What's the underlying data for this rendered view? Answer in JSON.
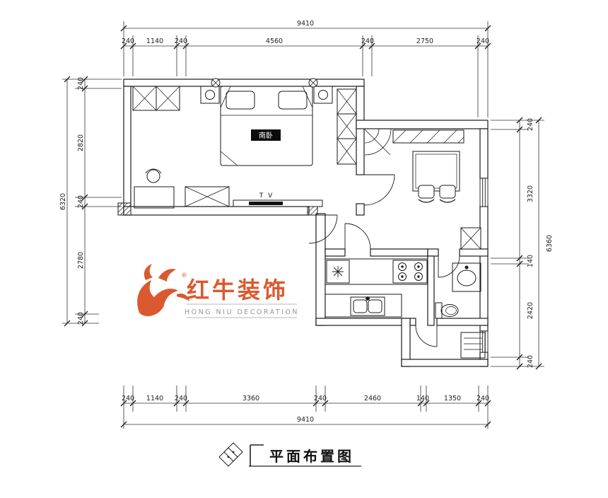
{
  "drawing": {
    "title": "平面布置图",
    "bed_label": "南卧",
    "tv_label": "T V"
  },
  "watermark": {
    "brand": "红牛装饰",
    "subtitle": "HONG NIU DECORATION",
    "registered": "®",
    "brand_color": "#d8481a"
  },
  "dims": {
    "top_overall": "9410",
    "top_segments": [
      "240",
      "1140",
      "240",
      "4560",
      "240",
      "2750",
      "240"
    ],
    "left_overall": "6320",
    "left_segments": [
      "240",
      "2820",
      "240",
      "2780",
      "240"
    ],
    "right_overall": "6360",
    "right_segments": [
      "240",
      "3320",
      "140",
      "2420",
      "240"
    ],
    "bottom_overall": "9410",
    "bottom_segments": [
      "240",
      "1140",
      "240",
      "3360",
      "240",
      "2460",
      "140",
      "1350",
      "240"
    ]
  }
}
